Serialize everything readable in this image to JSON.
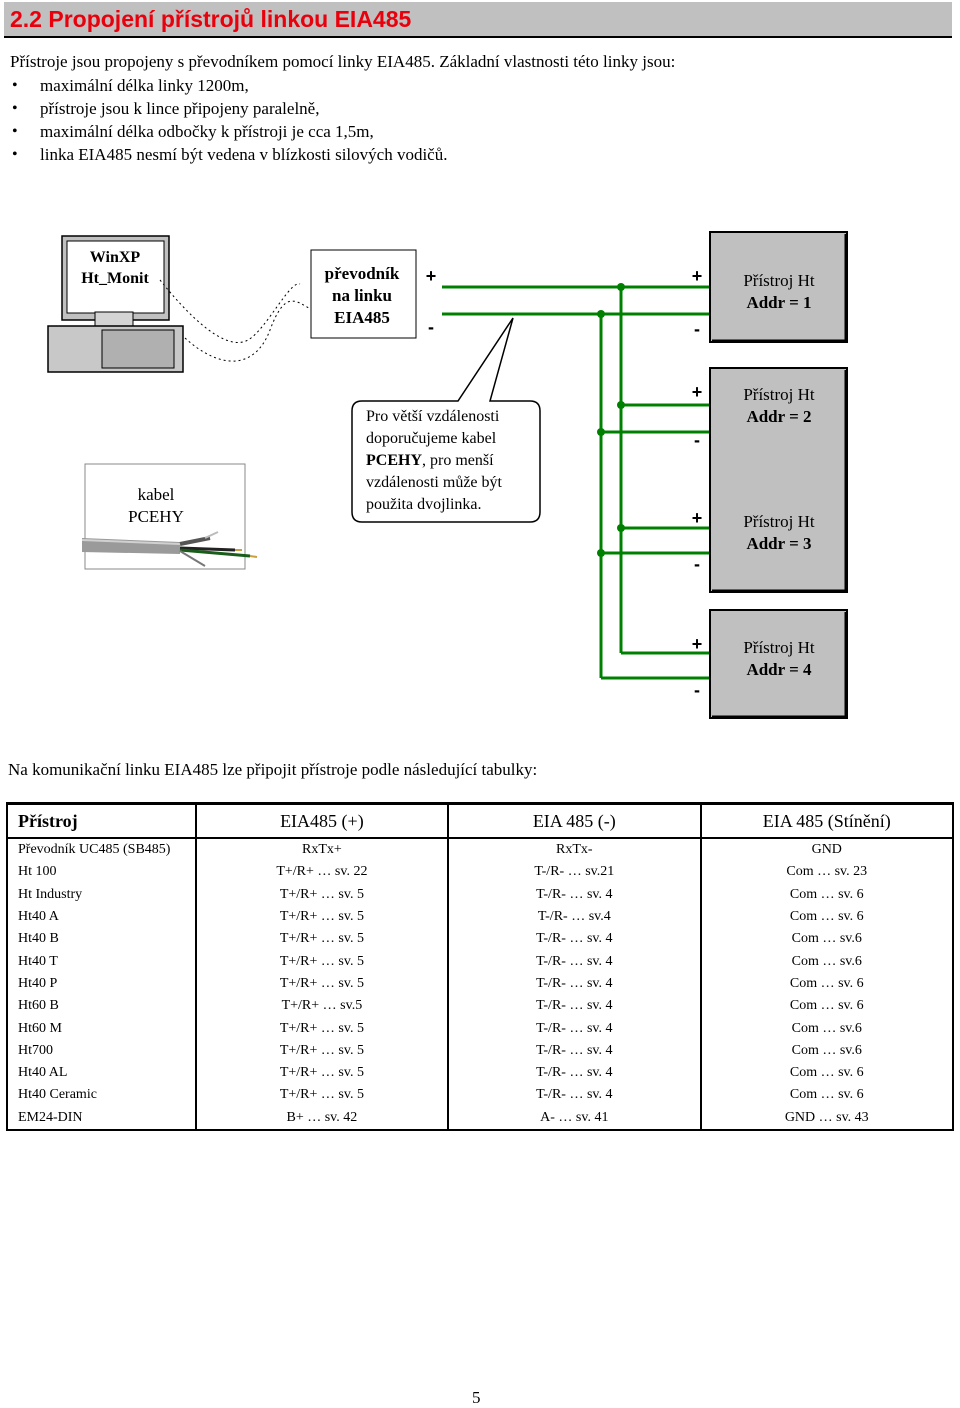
{
  "heading": "2.2  Propojení přístrojů linkou EIA485",
  "intro": "Přístroje jsou propojeny s převodníkem pomocí linky EIA485. Základní vlastnosti této linky jsou:",
  "properties": [
    "maximální délka linky 1200m,",
    "přístroje jsou k lince připojeny paralelně,",
    "maximální délka odbočky k přístroji je cca 1,5m,",
    "linka EIA485 nesmí být vedena v blízkosti silových vodičů."
  ],
  "diagram": {
    "pc": {
      "line1": "WinXP",
      "line2": "Ht_Monit"
    },
    "converter": {
      "line1": "převodník",
      "line2": "na linku",
      "line3": "EIA485"
    },
    "plus": "+",
    "minus": "-",
    "cable": {
      "line1": "kabel",
      "line2": "PCEHY"
    },
    "note": {
      "line1": "Pro větší vzdálenosti",
      "line2": "doporučujeme kabel",
      "line3_bold": "PCEHY",
      "line3_rest": ", pro menší",
      "line4": "vzdálenosti může být",
      "line5": "použita dvojlinka."
    },
    "devices": [
      {
        "name": "Přístroj Ht",
        "addr": "Addr = 1"
      },
      {
        "name": "Přístroj Ht",
        "addr": "Addr = 2"
      },
      {
        "name": "Přístroj Ht",
        "addr": "Addr = 3"
      },
      {
        "name": "Přístroj Ht",
        "addr": "Addr = 4"
      }
    ],
    "colors": {
      "line": "#008000",
      "box": "#c0c0c0"
    }
  },
  "caption": "Na komunikační linku EIA485 lze připojit přístroje podle následující tabulky:",
  "table": {
    "headers": [
      "Přístroj",
      "EIA485 (+)",
      "EIA 485 (-)",
      "EIA 485 (Stínění)"
    ],
    "rows": [
      [
        "Převodník UC485 (SB485)",
        "RxTx+",
        "RxTx-",
        "GND"
      ],
      [
        "Ht 100",
        "T+/R+ … sv. 22",
        "T-/R- … sv.21",
        "Com … sv. 23"
      ],
      [
        "Ht Industry",
        "T+/R+ … sv. 5",
        "T-/R- … sv. 4",
        "Com … sv. 6"
      ],
      [
        "Ht40 A",
        "T+/R+ … sv. 5",
        "T-/R- … sv.4",
        "Com … sv. 6"
      ],
      [
        "Ht40 B",
        "T+/R+ … sv. 5",
        "T-/R- … sv. 4",
        "Com … sv.6"
      ],
      [
        "Ht40 T",
        "T+/R+ … sv. 5",
        "T-/R- … sv. 4",
        "Com … sv.6"
      ],
      [
        "Ht40 P",
        "T+/R+ … sv. 5",
        "T-/R- … sv. 4",
        "Com … sv. 6"
      ],
      [
        "Ht60 B",
        "T+/R+ … sv.5",
        "T-/R- … sv. 4",
        "Com … sv. 6"
      ],
      [
        "Ht60 M",
        "T+/R+ … sv. 5",
        "T-/R- … sv. 4",
        "Com … sv.6"
      ],
      [
        "Ht700",
        "T+/R+ … sv. 5",
        "T-/R- … sv. 4",
        "Com … sv.6"
      ],
      [
        "Ht40 AL",
        "T+/R+ … sv. 5",
        "T-/R- … sv. 4",
        "Com … sv. 6"
      ],
      [
        "Ht40 Ceramic",
        "T+/R+ … sv. 5",
        "T-/R- … sv. 4",
        "Com … sv. 6"
      ],
      [
        "EM24-DIN",
        "B+ … sv. 42",
        "A- … sv. 41",
        "GND … sv. 43"
      ]
    ]
  },
  "page_number": "5"
}
